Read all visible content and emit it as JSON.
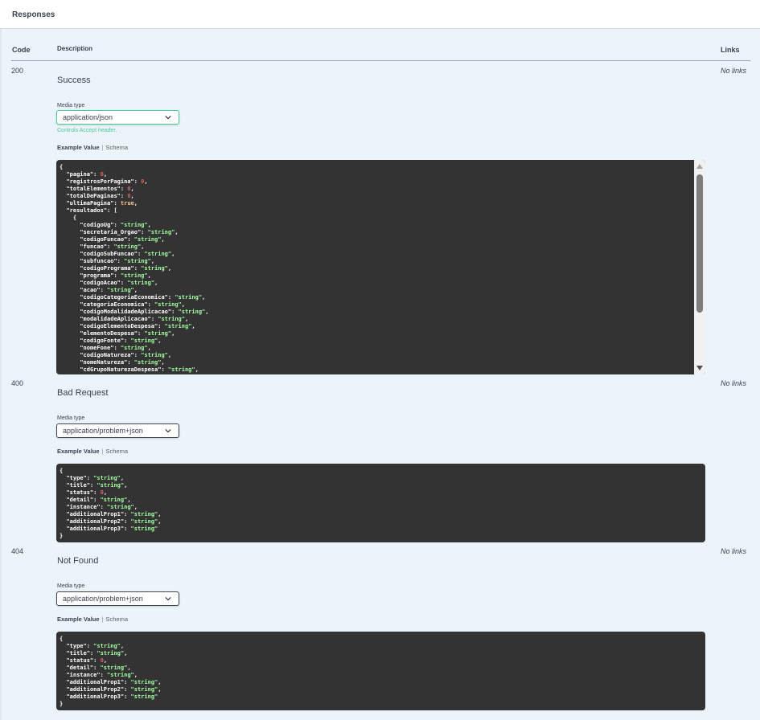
{
  "section": {
    "title": "Responses"
  },
  "columns": {
    "code": "Code",
    "description": "Description",
    "links": "Links"
  },
  "responses": [
    {
      "code": "200",
      "description": "Success",
      "links": "No links",
      "media_type_label": "Media type",
      "media_type": "application/json",
      "accept_note": "Controls Accept header.",
      "tab_example": "Example Value",
      "tab_schema": "Schema"
    },
    {
      "code": "400",
      "description": "Bad Request",
      "links": "No links",
      "media_type_label": "Media type",
      "media_type": "application/problem+json",
      "tab_example": "Example Value",
      "tab_schema": "Schema"
    },
    {
      "code": "404",
      "description": "Not Found",
      "links": "No links",
      "media_type_label": "Media type",
      "media_type": "application/problem+json",
      "tab_example": "Example Value",
      "tab_schema": "Schema"
    }
  ],
  "example_200": [
    {
      "t": "{"
    },
    {
      "k": "\"pagina\"",
      "v": "0",
      "vt": "n",
      "i": 1
    },
    {
      "k": "\"registrosPorPagina\"",
      "v": "0",
      "vt": "n",
      "i": 1
    },
    {
      "k": "\"totalElementos\"",
      "v": "0",
      "vt": "n",
      "i": 1
    },
    {
      "k": "\"totalDePaginas\"",
      "v": "0",
      "vt": "n",
      "i": 1
    },
    {
      "k": "\"ultimaPagina\"",
      "v": "true",
      "vt": "b",
      "i": 1
    },
    {
      "k": "\"resultados\"",
      "v": "[",
      "vt": "p",
      "i": 1,
      "nc": 1
    },
    {
      "t": "{",
      "i": 2
    },
    {
      "k": "\"codigoUg\"",
      "v": "\"string\"",
      "vt": "s",
      "i": 3
    },
    {
      "k": "\"secretaria_Orgao\"",
      "v": "\"string\"",
      "vt": "s",
      "i": 3
    },
    {
      "k": "\"codigoFuncao\"",
      "v": "\"string\"",
      "vt": "s",
      "i": 3
    },
    {
      "k": "\"funcao\"",
      "v": "\"string\"",
      "vt": "s",
      "i": 3
    },
    {
      "k": "\"codigoSubFuncao\"",
      "v": "\"string\"",
      "vt": "s",
      "i": 3
    },
    {
      "k": "\"subfuncao\"",
      "v": "\"string\"",
      "vt": "s",
      "i": 3
    },
    {
      "k": "\"codigoPrograma\"",
      "v": "\"string\"",
      "vt": "s",
      "i": 3
    },
    {
      "k": "\"programa\"",
      "v": "\"string\"",
      "vt": "s",
      "i": 3
    },
    {
      "k": "\"codigoAcao\"",
      "v": "\"string\"",
      "vt": "s",
      "i": 3
    },
    {
      "k": "\"acao\"",
      "v": "\"string\"",
      "vt": "s",
      "i": 3
    },
    {
      "k": "\"codigoCategoriaEconomica\"",
      "v": "\"string\"",
      "vt": "s",
      "i": 3
    },
    {
      "k": "\"categoriaEconomica\"",
      "v": "\"string\"",
      "vt": "s",
      "i": 3
    },
    {
      "k": "\"codigoModalidadeAplicacao\"",
      "v": "\"string\"",
      "vt": "s",
      "i": 3
    },
    {
      "k": "\"modalidadeAplicacao\"",
      "v": "\"string\"",
      "vt": "s",
      "i": 3
    },
    {
      "k": "\"codigoElementoDespesa\"",
      "v": "\"string\"",
      "vt": "s",
      "i": 3
    },
    {
      "k": "\"elementoDespesa\"",
      "v": "\"string\"",
      "vt": "s",
      "i": 3
    },
    {
      "k": "\"codigoFonte\"",
      "v": "\"string\"",
      "vt": "s",
      "i": 3
    },
    {
      "k": "\"nomeFone\"",
      "v": "\"string\"",
      "vt": "s",
      "i": 3
    },
    {
      "k": "\"codigoNatureza\"",
      "v": "\"string\"",
      "vt": "s",
      "i": 3
    },
    {
      "k": "\"nomeNatureza\"",
      "v": "\"string\"",
      "vt": "s",
      "i": 3
    },
    {
      "k": "\"cdGrupoNaturezaDespesa\"",
      "v": "\"string\"",
      "vt": "s",
      "i": 3
    }
  ],
  "example_problem": [
    {
      "t": "{"
    },
    {
      "k": "\"type\"",
      "v": "\"string\"",
      "vt": "s",
      "i": 1
    },
    {
      "k": "\"title\"",
      "v": "\"string\"",
      "vt": "s",
      "i": 1
    },
    {
      "k": "\"status\"",
      "v": "0",
      "vt": "n",
      "i": 1
    },
    {
      "k": "\"detail\"",
      "v": "\"string\"",
      "vt": "s",
      "i": 1
    },
    {
      "k": "\"instance\"",
      "v": "\"string\"",
      "vt": "s",
      "i": 1
    },
    {
      "k": "\"additionalProp1\"",
      "v": "\"string\"",
      "vt": "s",
      "i": 1
    },
    {
      "k": "\"additionalProp2\"",
      "v": "\"string\"",
      "vt": "s",
      "i": 1
    },
    {
      "k": "\"additionalProp3\"",
      "v": "\"string\"",
      "vt": "s",
      "i": 1,
      "nc": 1
    },
    {
      "t": "}"
    }
  ]
}
